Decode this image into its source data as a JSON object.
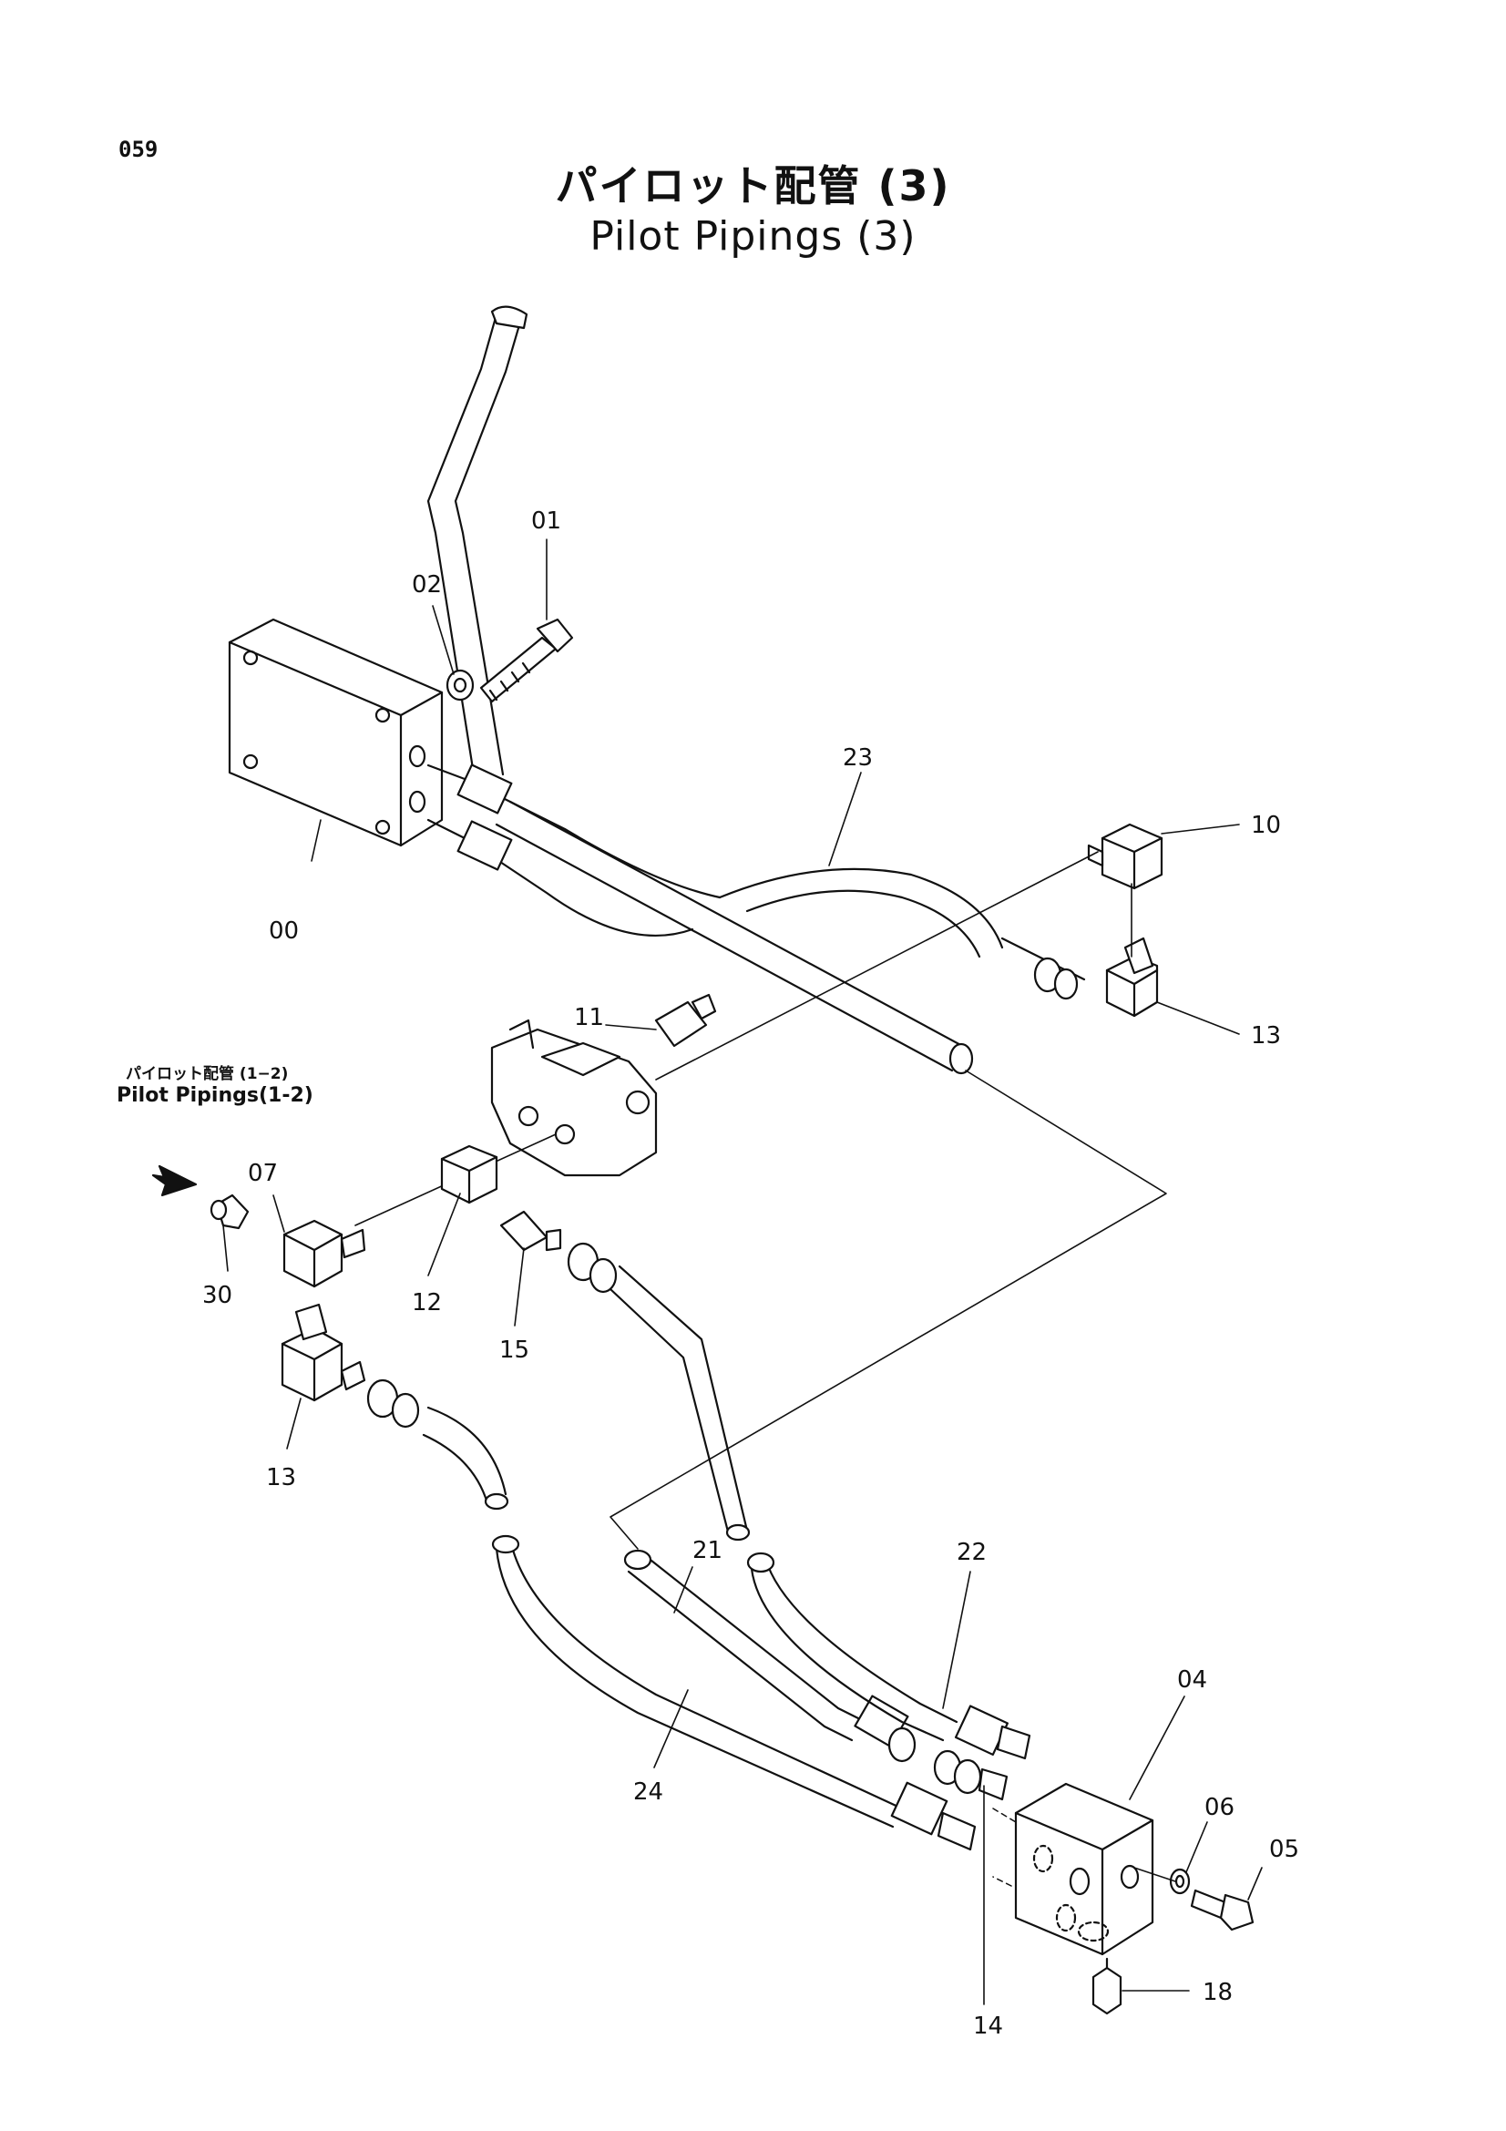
{
  "page_number": "059",
  "title_jp": "パイロット配管 (3)",
  "title_en": "Pilot Pipings (3)",
  "reference_jp": "パイロット配管 (1−2)",
  "reference_en": "Pilot Pipings(1-2)",
  "part_labels": {
    "p00": "00",
    "p01": "01",
    "p02": "02",
    "p04": "04",
    "p05": "05",
    "p06": "06",
    "p07": "07",
    "p10": "10",
    "p11": "11",
    "p12": "12",
    "p13a": "13",
    "p13b": "13",
    "p14": "14",
    "p15": "15",
    "p18": "18",
    "p21": "21",
    "p22": "22",
    "p23": "23",
    "p24": "24",
    "p30": "30"
  }
}
